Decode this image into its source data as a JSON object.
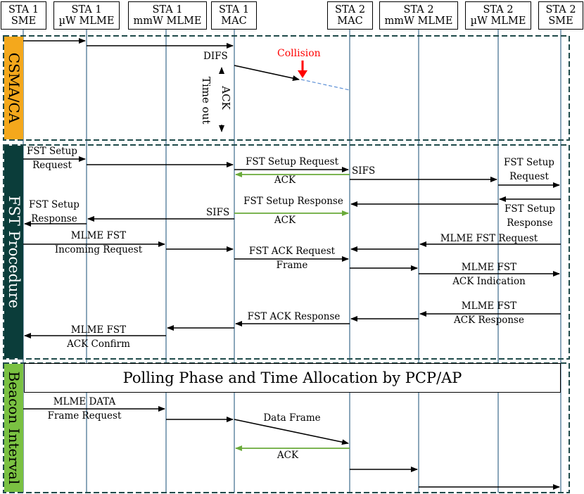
{
  "entities": [
    {
      "line1": "STA 1",
      "line2": "SME"
    },
    {
      "line1": "STA 1",
      "line2": "µW MLME"
    },
    {
      "line1": "STA 1",
      "line2": "mmW MLME"
    },
    {
      "line1": "STA 1",
      "line2": "MAC"
    },
    {
      "line1": "STA 2",
      "line2": "MAC"
    },
    {
      "line1": "STA 2",
      "line2": "mmW MLME"
    },
    {
      "line1": "STA 2",
      "line2": "µW MLME"
    },
    {
      "line1": "STA 2",
      "line2": "SME"
    }
  ],
  "phases": [
    {
      "label": "CSMA/CA",
      "color": "#f4a81c",
      "text_color": "#000000"
    },
    {
      "label": "FST Procedure",
      "color": "#0b3d3a",
      "text_color": "#ffffff"
    },
    {
      "label": "Beacon Interval",
      "color": "#7ac142",
      "text_color": "#000000"
    }
  ],
  "csma": {
    "difs": "DIFS",
    "ack_timeout_line1": "ACK",
    "ack_timeout_line2": "Time out",
    "collision": "Collision",
    "collision_color": "#ff0000"
  },
  "fst": {
    "setup_request_sme1_line1": "FST Setup",
    "setup_request_sme1_line2": "Request",
    "setup_request_mac": "FST Setup Request",
    "ack1": "ACK",
    "sifs1": "SIFS",
    "setup_request_sme2_line1": "FST Setup",
    "setup_request_sme2_line2": "Request",
    "setup_response_mac": "FST Setup Response",
    "ack2": "ACK",
    "sifs2": "SIFS",
    "setup_response_sme1_line1": "FST Setup",
    "setup_response_sme1_line2": "Response",
    "setup_response_sme2_line1": "FST Setup",
    "setup_response_sme2_line2": "Response",
    "mlme_incoming_line1": "MLME FST",
    "mlme_incoming_line2": "Incoming Request",
    "ack_request_line1": "FST ACK Request",
    "ack_request_line2": "Frame",
    "mlme_request_sta2": "MLME FST Request",
    "mlme_ack_indication_line1": "MLME FST",
    "mlme_ack_indication_line2": "ACK Indication",
    "mlme_ack_response_line1": "MLME FST",
    "mlme_ack_response_line2": "ACK Response",
    "ack_response": "FST ACK Response",
    "mlme_ack_confirm_line1": "MLME FST",
    "mlme_ack_confirm_line2": "ACK Confirm",
    "ack_color": "#6aaa3a"
  },
  "beacon": {
    "banner": "Polling Phase and Time Allocation by PCP/AP",
    "mlme_data_line1": "MLME DATA",
    "mlme_data_line2": "Frame Request",
    "data_frame": "Data Frame",
    "ack": "ACK"
  },
  "colors": {
    "lifeline": "#3d6b8c",
    "dashed_border": "#1f4a4a",
    "collision_line": "#5b8fd6"
  }
}
